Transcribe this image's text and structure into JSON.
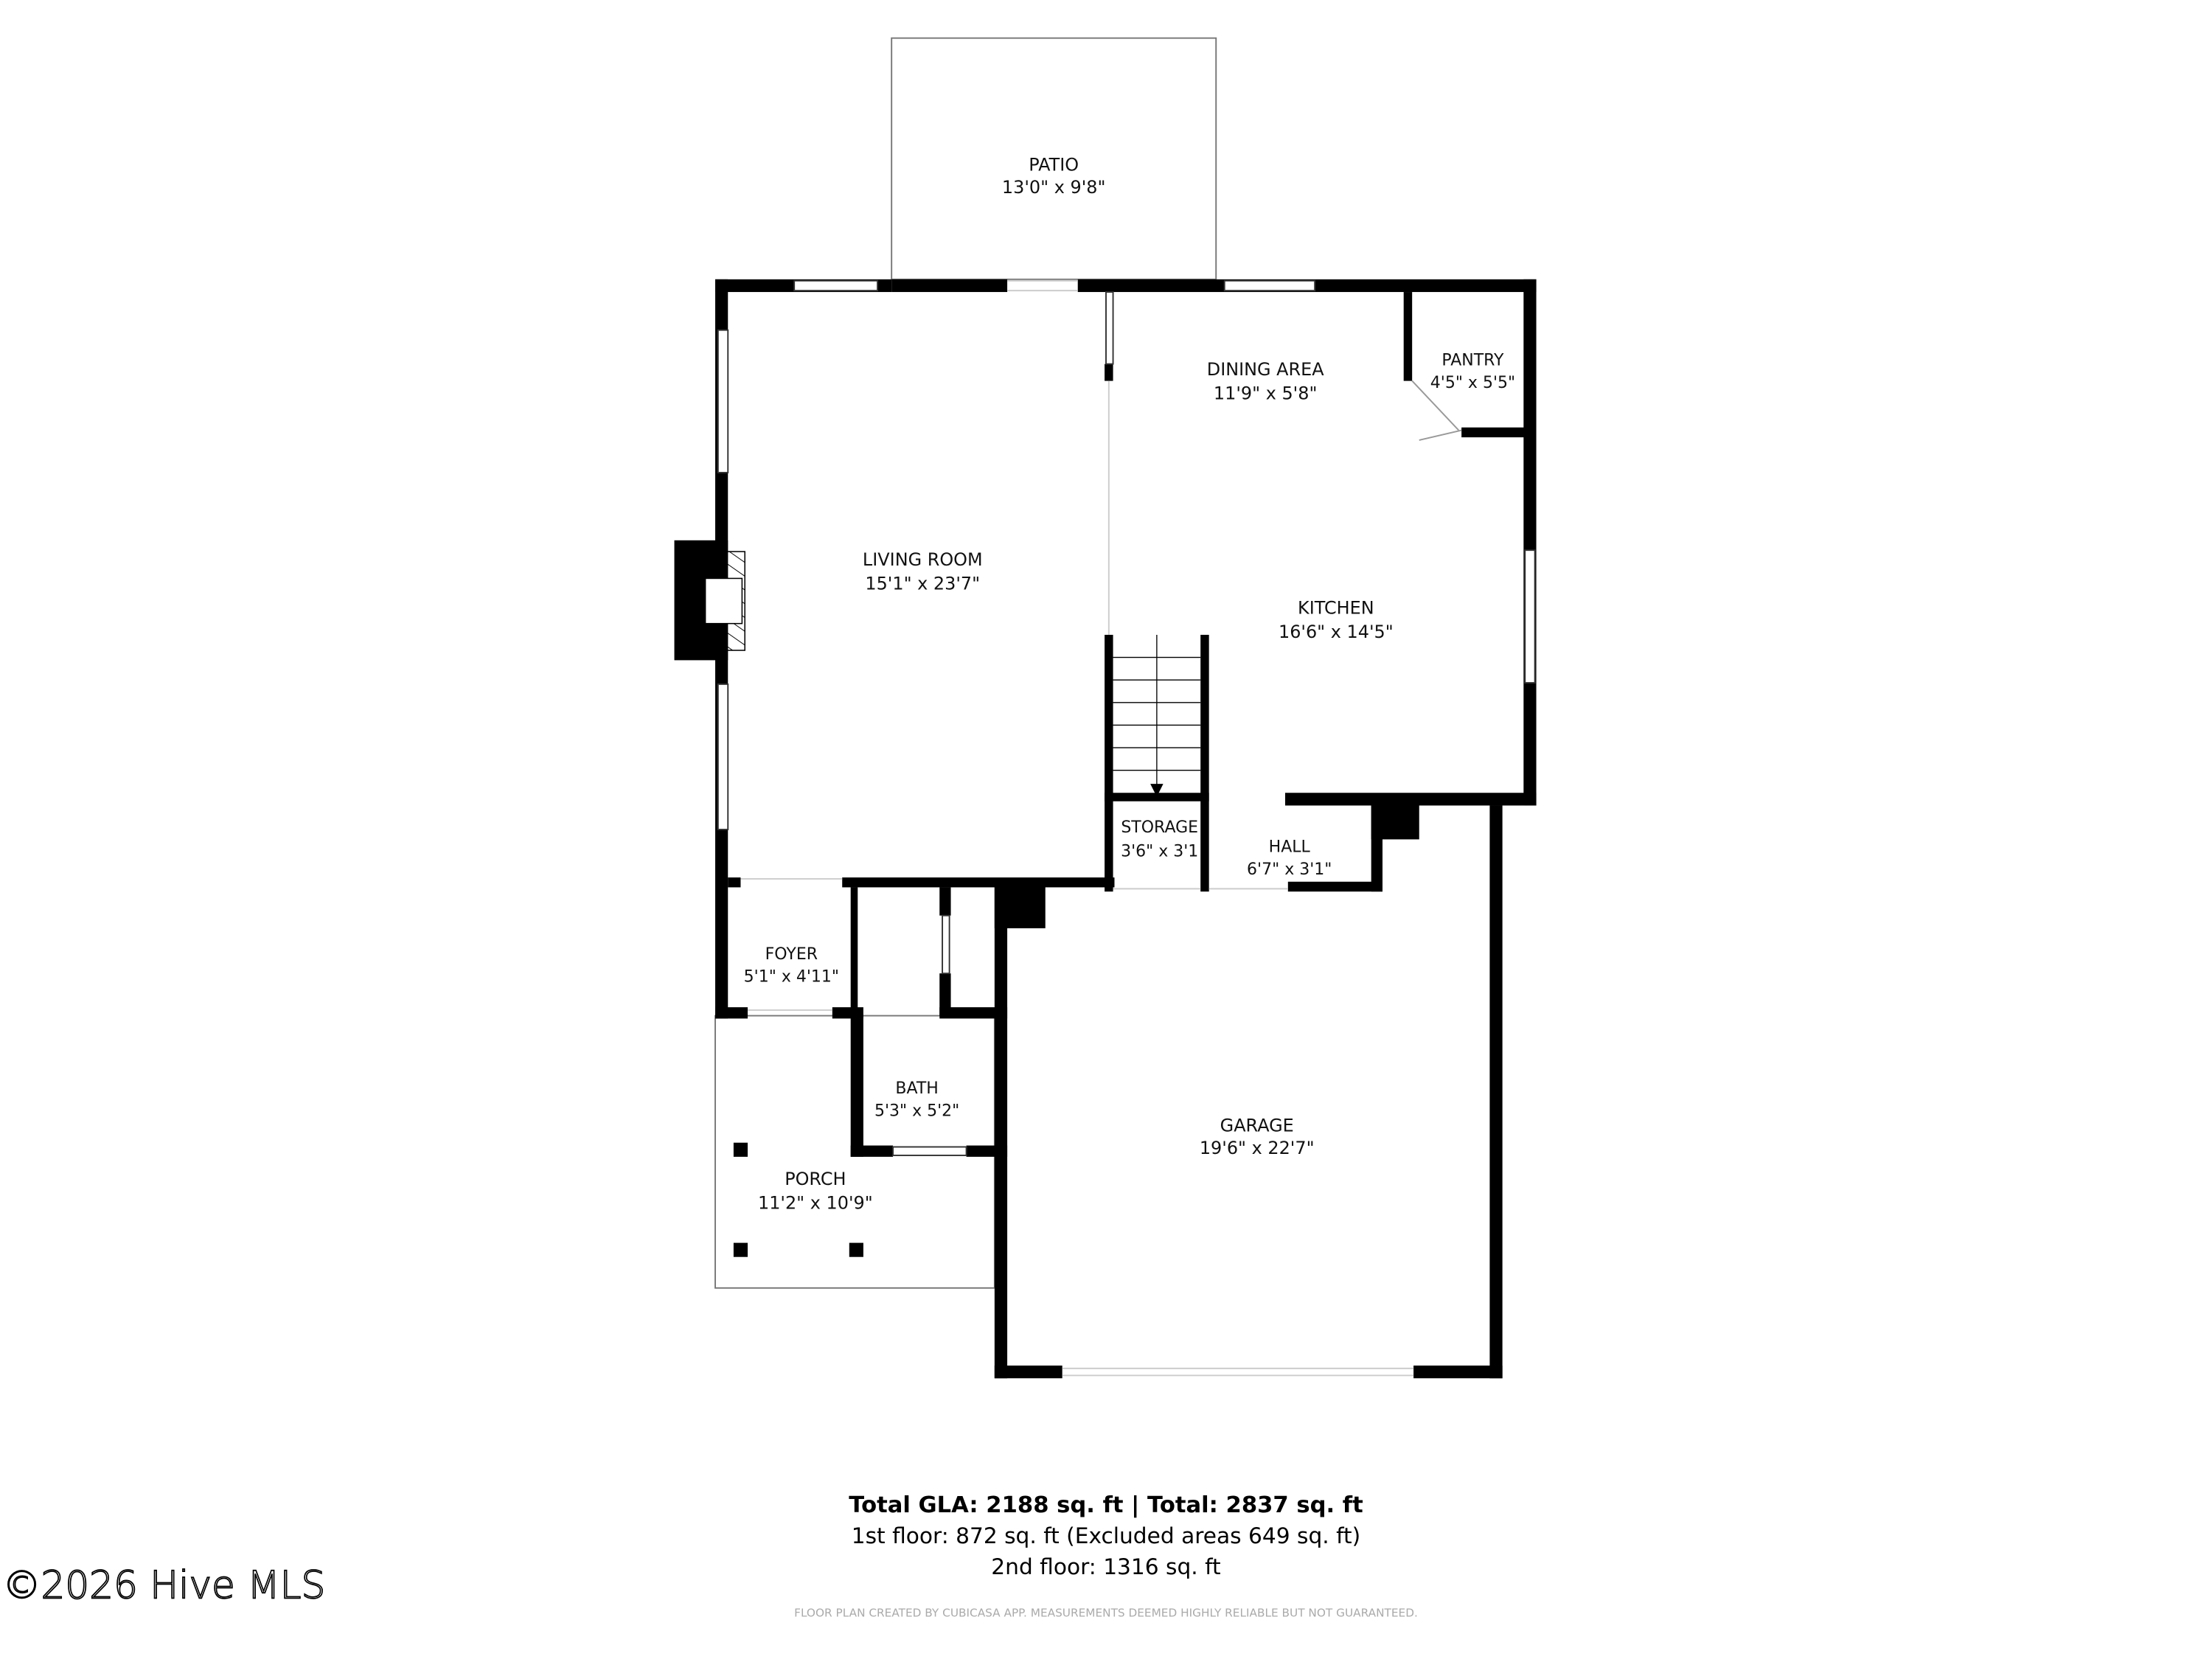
{
  "rooms": {
    "patio": {
      "name": "PATIO",
      "size": "13'0\" x 9'8\""
    },
    "living_room": {
      "name": "LIVING ROOM",
      "size": "15'1\" x 23'7\""
    },
    "dining_area": {
      "name": "DINING AREA",
      "size": "11'9\" x 5'8\""
    },
    "pantry": {
      "name": "PANTRY",
      "size": "4'5\" x 5'5\""
    },
    "kitchen": {
      "name": "KITCHEN",
      "size": "16'6\" x 14'5\""
    },
    "storage": {
      "name": "STORAGE",
      "size": "3'6\" x 3'1"
    },
    "hall": {
      "name": "HALL",
      "size": "6'7\" x 3'1\""
    },
    "foyer": {
      "name": "FOYER",
      "size": "5'1\" x 4'11\""
    },
    "bath": {
      "name": "BATH",
      "size": "5'3\" x 5'2\""
    },
    "porch": {
      "name": "PORCH",
      "size": "11'2\" x 10'9\""
    },
    "garage": {
      "name": "GARAGE",
      "size": "19'6\" x 22'7\""
    }
  },
  "summary": {
    "totals": "Total GLA: 2188 sq. ft | Total: 2837 sq. ft",
    "first_floor": "1st floor: 872 sq. ft (Excluded areas 649 sq. ft)",
    "second_floor": "2nd floor: 1316 sq. ft",
    "disclaimer": "FLOOR PLAN CREATED BY CUBICASA APP. MEASUREMENTS DEEMED HIGHLY RELIABLE BUT NOT GUARANTEED."
  },
  "watermark": "©2026 Hive MLS",
  "colors": {
    "walls": "#000000",
    "background": "#ffffff",
    "disclaimer": "#aaaaaa"
  }
}
